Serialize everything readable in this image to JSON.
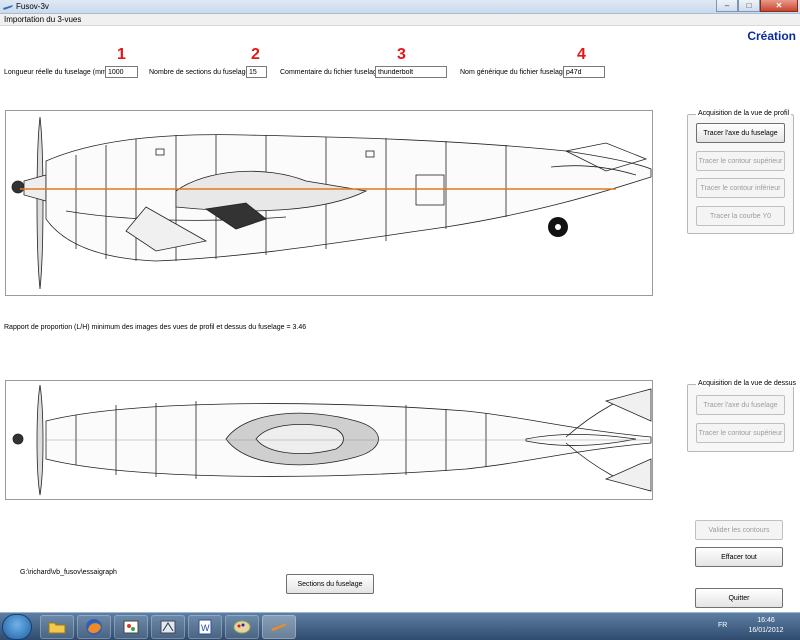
{
  "window": {
    "title": "Fusov-3v",
    "minimize": "–",
    "maximize": "□",
    "close": "✕"
  },
  "menu": {
    "item": "Importation du 3-vues"
  },
  "mode": "Création",
  "markers": [
    "1",
    "2",
    "3",
    "4"
  ],
  "fields": {
    "length": {
      "label": "Longueur réelle du fuselage (mm)",
      "value": "1000"
    },
    "sections": {
      "label": "Nombre de sections du fuselage",
      "value": "15"
    },
    "comment": {
      "label": "Commentaire du fichier fuselage",
      "value": "thunderbolt"
    },
    "name": {
      "label": "Nom générique du fichier fuselage",
      "value": "p47d"
    }
  },
  "ratio_text": "Rapport de proportion (L/H) minimum des images des vues de profil et dessus du fuselage = 3.46",
  "profile_group": {
    "title": "Acquisition de la vue de profil",
    "buttons": [
      "Tracer l'axe du fuselage",
      "Tracer le contour supérieur",
      "Tracer le contour inférieur",
      "Tracer la courbe Y0"
    ]
  },
  "top_group": {
    "title": "Acquisition de la vue de dessus",
    "buttons": [
      "Tracer l'axe du fuselage",
      "Tracer le contour supérieur"
    ]
  },
  "actions": {
    "validate": "Valider les contours",
    "clear": "Effacer tout",
    "sections": "Sections du fuselage",
    "quit": "Quitter"
  },
  "path": "G:\\richard\\vb_fusov\\essaigraph",
  "taskbar": {
    "lang": "FR",
    "time": "16:46",
    "date": "16/01/2012",
    "apps": [
      "explorer-icon",
      "firefox-icon",
      "paint-icon",
      "visual-basic-icon",
      "word-icon",
      "paint-icon",
      "fusov-icon"
    ]
  },
  "colors": {
    "accent": "#0a2a9e",
    "marker": "#e31616",
    "axis": "#e07a1f"
  }
}
